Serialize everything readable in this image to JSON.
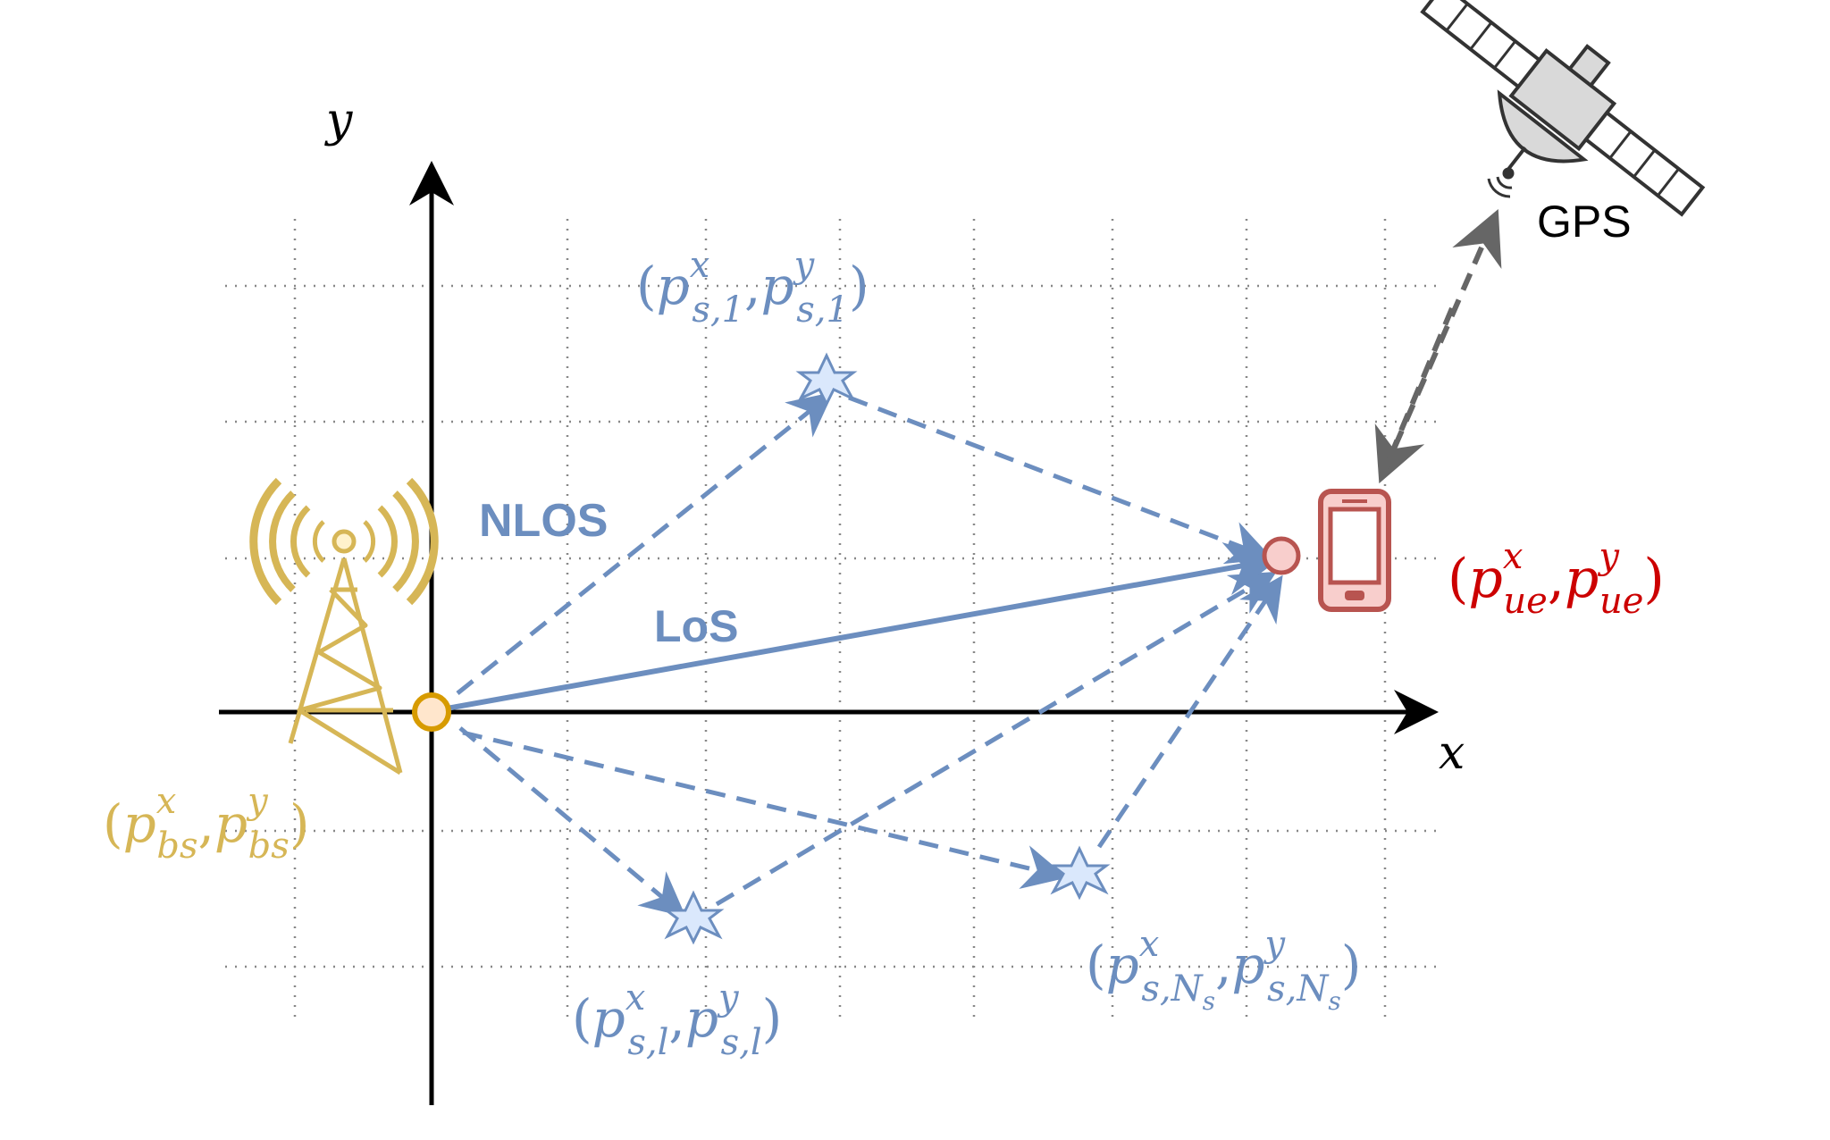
{
  "axes": {
    "x_label": "x",
    "y_label": "y"
  },
  "links": {
    "nlos_label": "NLOS",
    "los_label": "LoS"
  },
  "gps": {
    "label": "GPS"
  },
  "colors": {
    "scatter": "#6c8ebf",
    "scatter_fill": "#dae8fc",
    "bs": "#d6b656",
    "bs_node_fill": "#ffe6cc",
    "bs_node_stroke": "#d79b00",
    "ue": "#b85450",
    "ue_label": "#cc0000",
    "ue_fill": "#f8cecc",
    "gps_arrow": "#666666",
    "grid": "#888888",
    "axis": "#000000"
  },
  "positions": {
    "bs": {
      "open": "(",
      "sep": ",",
      "close": ")",
      "p": "p",
      "x_sup": "x",
      "y_sup": "y",
      "sub": "bs"
    },
    "ue": {
      "open": "(",
      "sep": ",",
      "close": ")",
      "p": "p",
      "x_sup": "x",
      "y_sup": "y",
      "sub": "ue"
    },
    "s1": {
      "open": "(",
      "sep": ",",
      "close": ")",
      "p": "p",
      "x_sup": "x",
      "y_sup": "y",
      "sub": "s,1"
    },
    "sl": {
      "open": "(",
      "sep": ",",
      "close": ")",
      "p": "p",
      "x_sup": "x",
      "y_sup": "y",
      "sub": "s,l"
    },
    "sn": {
      "open": "(",
      "sep": ",",
      "close": ")",
      "p": "p",
      "x_sup": "x",
      "y_sup": "y",
      "sub": "s,N",
      "sub2": "s"
    }
  },
  "icons": {
    "tower": "radio-tower-icon",
    "phone": "smartphone-icon",
    "satellite": "satellite-icon",
    "scatterer": "star-icon"
  }
}
